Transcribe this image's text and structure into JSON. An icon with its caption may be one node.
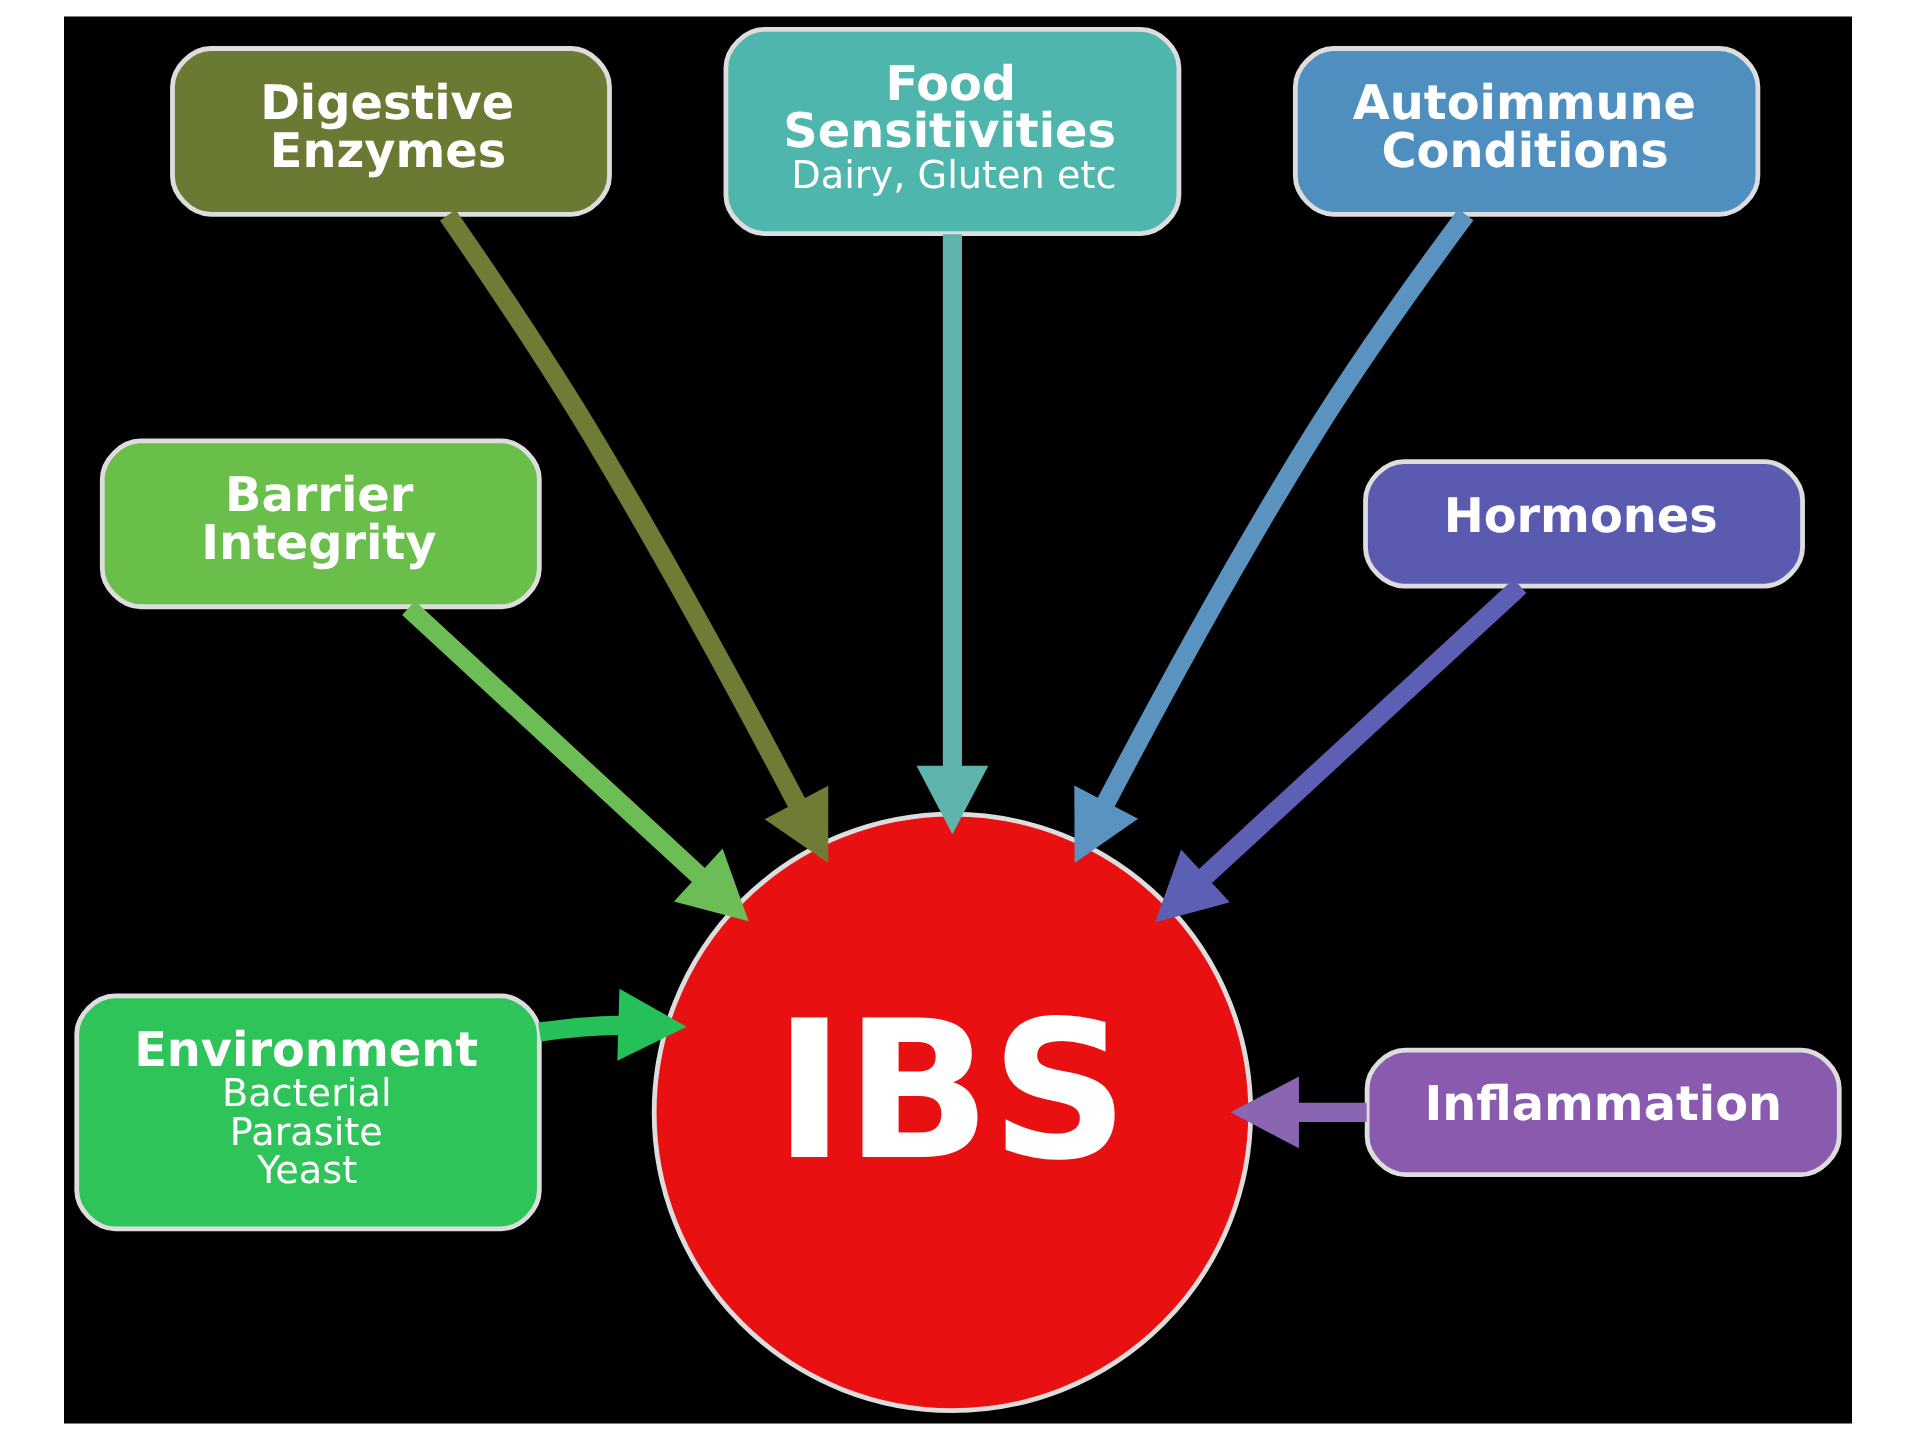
{
  "diagram": {
    "nodes": [
      {
        "text": [
          "Food Sensitivities",
          "Dairy, Gluten etc"
        ]
      },
      {
        "text": [
          "Digestive Enzymes"
        ]
      },
      {
        "text": [
          "Autoimmune Conditions"
        ]
      },
      {
        "text": [
          "Barrier Integrity"
        ]
      },
      {
        "text": [
          "Hormones"
        ]
      },
      {
        "text": [
          "Environment",
          "Bacterial",
          "Parasite",
          "Yeast"
        ]
      },
      {
        "text": [
          "IBS"
        ]
      },
      {
        "text": [
          "Inflammation"
        ]
      }
    ],
    "edges": [
      {
        "from": 0,
        "to": 6,
        "arrow": "to",
        "color": "#5fb3ad"
      },
      {
        "from": 1,
        "to": 6,
        "arrow": "to",
        "color": "#6e7c36"
      },
      {
        "from": 2,
        "to": 6,
        "arrow": "to",
        "color": "#5b93c0"
      },
      {
        "from": 3,
        "to": 6,
        "arrow": "to",
        "color": "#6cbd55"
      },
      {
        "from": 4,
        "to": 6,
        "arrow": "to",
        "color": "#5d5fb5"
      },
      {
        "from": 5,
        "to": 6,
        "arrow": "to",
        "color": "#25c05a"
      },
      {
        "from": 7,
        "to": 6,
        "arrow": "to",
        "color": "#8a66b2"
      }
    ]
  }
}
